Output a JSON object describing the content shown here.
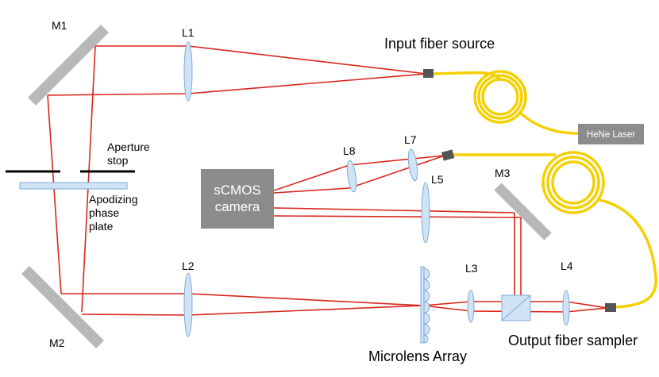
{
  "colors": {
    "beam": "#d9261c",
    "fiber": "#f5d000",
    "mirror": "#b8b8b8",
    "lens_fill": "#cfe3f5",
    "lens_stroke": "#7fa9d6",
    "box": "#8c8c8c",
    "connector": "#555555"
  },
  "labels": {
    "m1": "M1",
    "m2": "M2",
    "m3": "M3",
    "l1": "L1",
    "l2": "L2",
    "l3": "L3",
    "l4": "L4",
    "l5": "L5",
    "l7": "L7",
    "l8": "L8",
    "aperture_line1": "Aperture",
    "aperture_line2": "stop",
    "apod_line1": "Apodizing",
    "apod_line2": "phase",
    "apod_line3": "plate",
    "input_fiber": "Input fiber source",
    "output_fiber": "Output fiber sampler",
    "microlens": "Microlens Array",
    "camera_line1": "sCMOS",
    "camera_line2": "camera",
    "laser": "HeNe Laser"
  }
}
